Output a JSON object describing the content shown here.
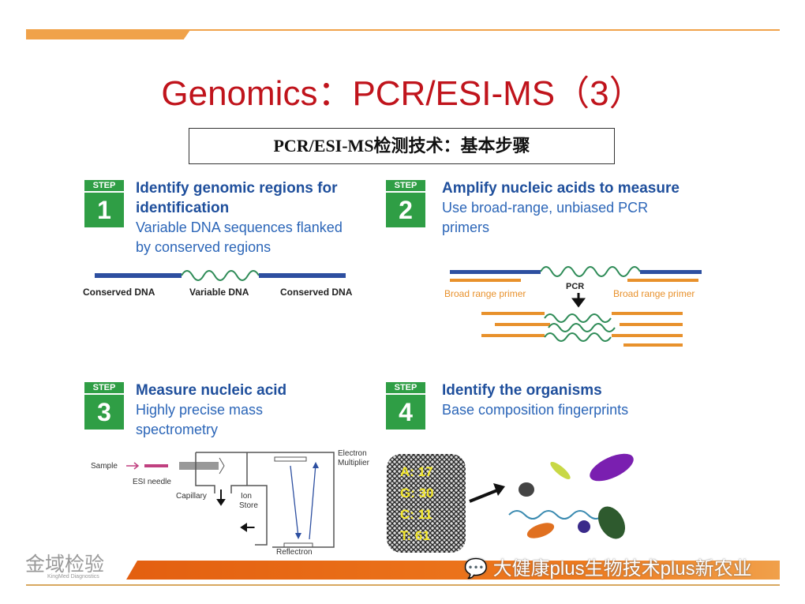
{
  "title": "Genomics：PCR/ESI-MS（3）",
  "subtitle": "PCR/ESI-MS检测技术：基本步骤",
  "steps": [
    {
      "badge": "STEP",
      "number": "1",
      "heading": [
        "Identify genomic regions for",
        "identification"
      ],
      "text": [
        "Variable DNA sequences flanked",
        "by conserved regions"
      ],
      "labels": [
        "Conserved DNA",
        "Variable DNA",
        "Conserved DNA"
      ]
    },
    {
      "badge": "STEP",
      "number": "2",
      "heading": [
        "Amplify nucleic acids to measure"
      ],
      "text": [
        "Use broad-range, unbiased PCR",
        "primers"
      ],
      "labels": [
        "Broad range primer",
        "PCR",
        "Broad range primer"
      ]
    },
    {
      "badge": "STEP",
      "number": "3",
      "heading": [
        "Measure nucleic acid"
      ],
      "text": [
        "Highly precise mass",
        "spectrometry"
      ],
      "labels": [
        "Sample",
        "ESI needle",
        "Capillary",
        "Ion",
        "Store",
        "Electron",
        "Multiplier",
        "Reflectron"
      ]
    },
    {
      "badge": "STEP",
      "number": "4",
      "heading": [
        "Identify the organisms"
      ],
      "text": [
        "Base composition fingerprints"
      ],
      "fingerprint": [
        "A: 17",
        "G: 30",
        "C: 11",
        "T: 61"
      ]
    }
  ],
  "footer": {
    "logo": "金域检验",
    "logo_sub": "KingMed Diagnostics",
    "watermark": "大健康plus生物技术plus新农业"
  },
  "colors": {
    "accent": "#e8731c",
    "title": "#c0141c",
    "step": "#2f9e45",
    "heading": "#1f4f9c"
  }
}
